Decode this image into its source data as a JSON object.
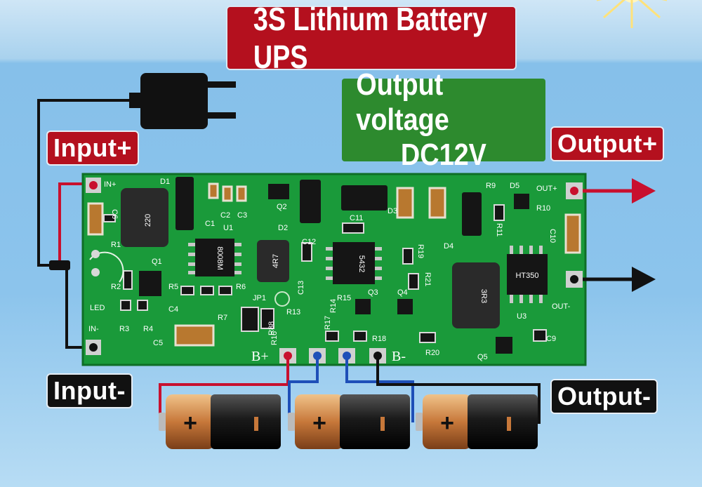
{
  "title": "3S Lithium Battery UPS",
  "output_voltage": {
    "line1": "Output voltage",
    "line2": "DC12V"
  },
  "labels": {
    "input_plus": "Input+",
    "input_minus": "Input-",
    "output_plus": "Output+",
    "output_minus": "Output-"
  },
  "board": {
    "pads": {
      "in_plus": "IN+",
      "in_minus": "IN-",
      "out_plus": "OUT+",
      "out_minus": "OUT-",
      "b_plus": "B+",
      "b_minus": "B-"
    },
    "components": [
      "D1",
      "C2",
      "C3",
      "C6",
      "R1",
      "C1",
      "U1",
      "Q2",
      "D2",
      "C11",
      "D3",
      "R9",
      "D5",
      "R10",
      "C10",
      "R11",
      "D4",
      "C12",
      "R19",
      "R21",
      "Q1",
      "R2",
      "LED",
      "R5",
      "R6",
      "C4",
      "R7",
      "R3",
      "R4",
      "C5",
      "JP1",
      "R13",
      "R88",
      "R16",
      "C13",
      "R14",
      "R17",
      "R15",
      "Q3",
      "Q4",
      "R18",
      "R20",
      "U3",
      "C9",
      "Q5"
    ],
    "markings": {
      "inductor1": "220",
      "inductor2": "4R7",
      "inductor3": "3R3",
      "chip_u1": "8008M",
      "chip_u2": "5432",
      "chip_u3": "HT350"
    }
  },
  "battery_count": 3,
  "colors": {
    "title_bg": "#b4101e",
    "voltage_bg": "#2d8a2e",
    "pcb": "#1a9a3a",
    "wire_red": "#c8102e",
    "wire_blue": "#1e4fb8"
  }
}
